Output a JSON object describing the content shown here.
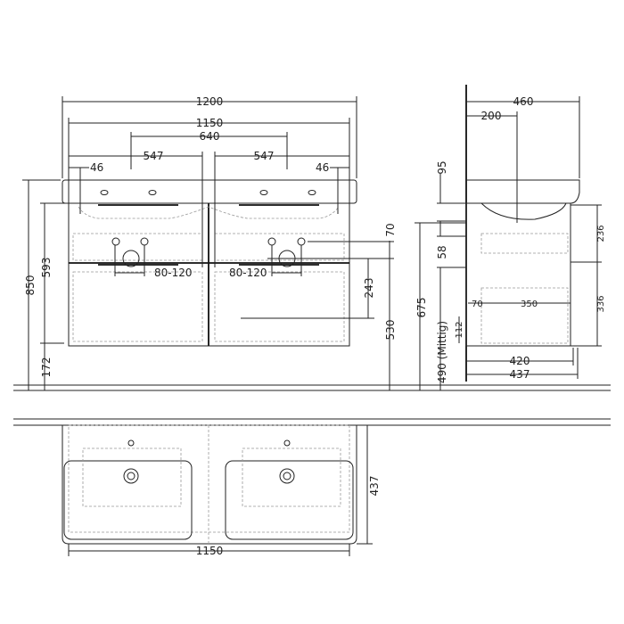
{
  "front_view": {
    "dims": {
      "overall_width": "1200",
      "cabinet_width": "1150",
      "basin_center_spacing": "640",
      "half_left": "547",
      "half_right": "547",
      "edge_left": "46",
      "edge_right": "46",
      "total_height": "850",
      "cabinet_height": "593",
      "floor_clearance": "172",
      "siphon_offset": "70",
      "waste_height": "530",
      "drawer_height": "243",
      "tap_spacing_left": "80-120",
      "tap_spacing_right": "80-120"
    }
  },
  "side_view": {
    "dims": {
      "depth": "460",
      "basin_center": "200",
      "basin_thickness": "95",
      "gap": "58",
      "height_675": "675",
      "waste_center": "490 (Mittig)",
      "bottom_112": "112",
      "upper_drawer": "236",
      "lower_drawer": "336",
      "inner_70": "70",
      "inner_350": "350",
      "cabinet_depth": "420",
      "overall_cabinet_depth": "437"
    }
  },
  "plan_view": {
    "dims": {
      "depth": "437",
      "width": "1150"
    }
  }
}
